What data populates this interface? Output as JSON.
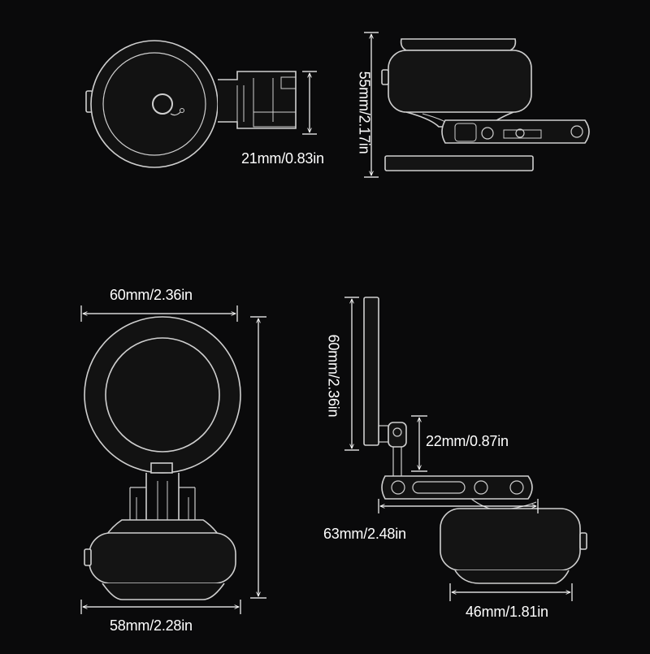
{
  "labels": {
    "top_left_depth": "21mm/0.83in",
    "top_right_height": "55mm/2.17in",
    "front_width": "60mm/2.36in",
    "front_base_width": "58mm/2.28in",
    "side_plate_height": "60mm/2.36in",
    "side_hinge_height": "22mm/0.87in",
    "side_arm_length": "63mm/2.48in",
    "side_base_width": "46mm/1.81in"
  },
  "colors": {
    "background": "#0a0a0b",
    "outline": "#cfcfcf",
    "dimension": "#ffffff"
  }
}
